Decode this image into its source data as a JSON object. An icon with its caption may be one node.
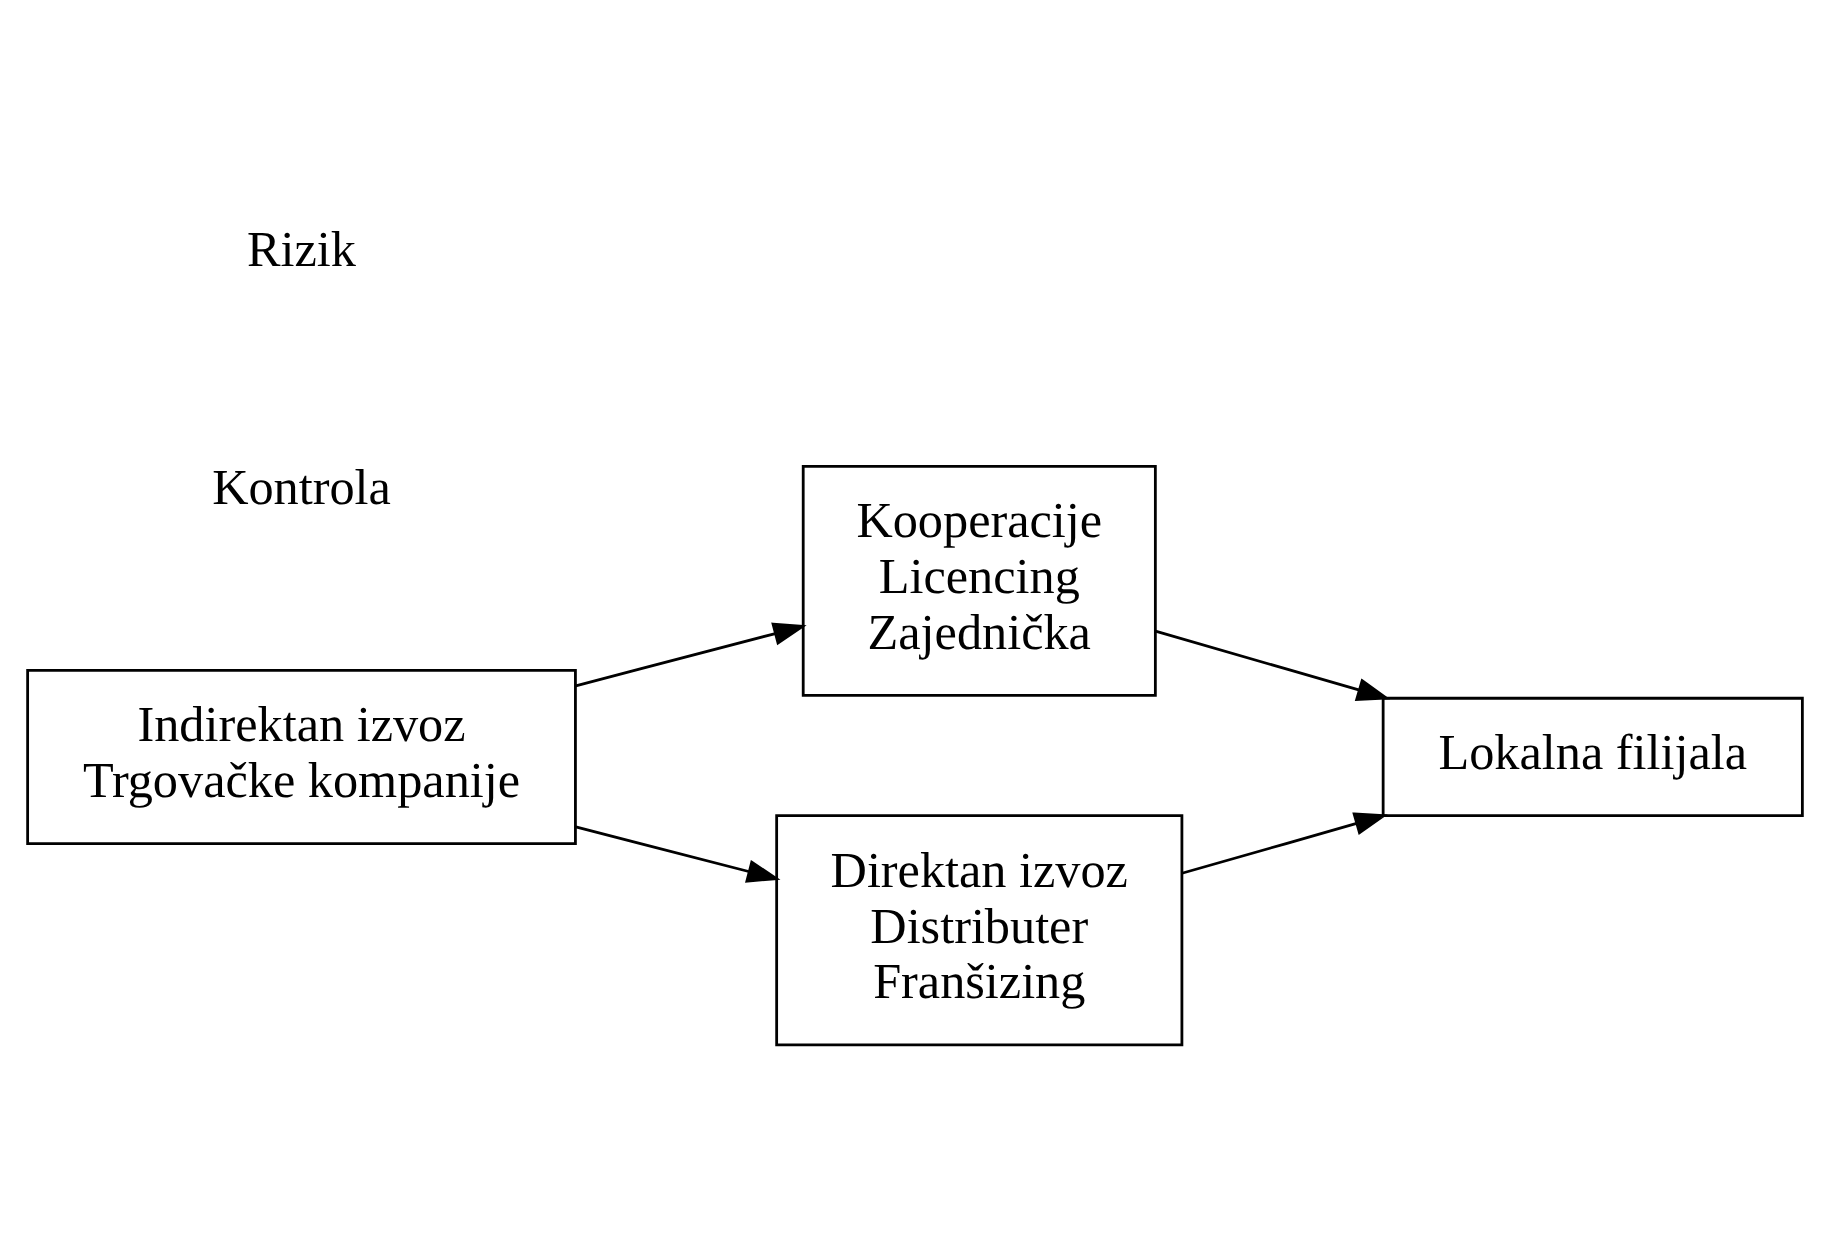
{
  "diagram": {
    "nodes": [
      {
        "text": [
          "Lokalna filijala"
        ]
      },
      {
        "text": [
          "Kooperacije",
          "Licencing",
          "Zajednička"
        ]
      },
      {
        "text": [
          "Direktan izvoz",
          "Distributer",
          "Franšizing"
        ]
      },
      {
        "text": [
          "Indirektan izvoz",
          "Trgovačke kompanije"
        ]
      }
    ],
    "edges": [
      {
        "from": 3,
        "to": 1,
        "arrow": "to"
      },
      {
        "from": 3,
        "to": 2,
        "arrow": "to"
      },
      {
        "from": 1,
        "to": 0,
        "arrow": "to"
      },
      {
        "from": 2,
        "to": 0,
        "arrow": "to"
      }
    ],
    "labels": [
      "Kontrola",
      "Rizik"
    ]
  }
}
